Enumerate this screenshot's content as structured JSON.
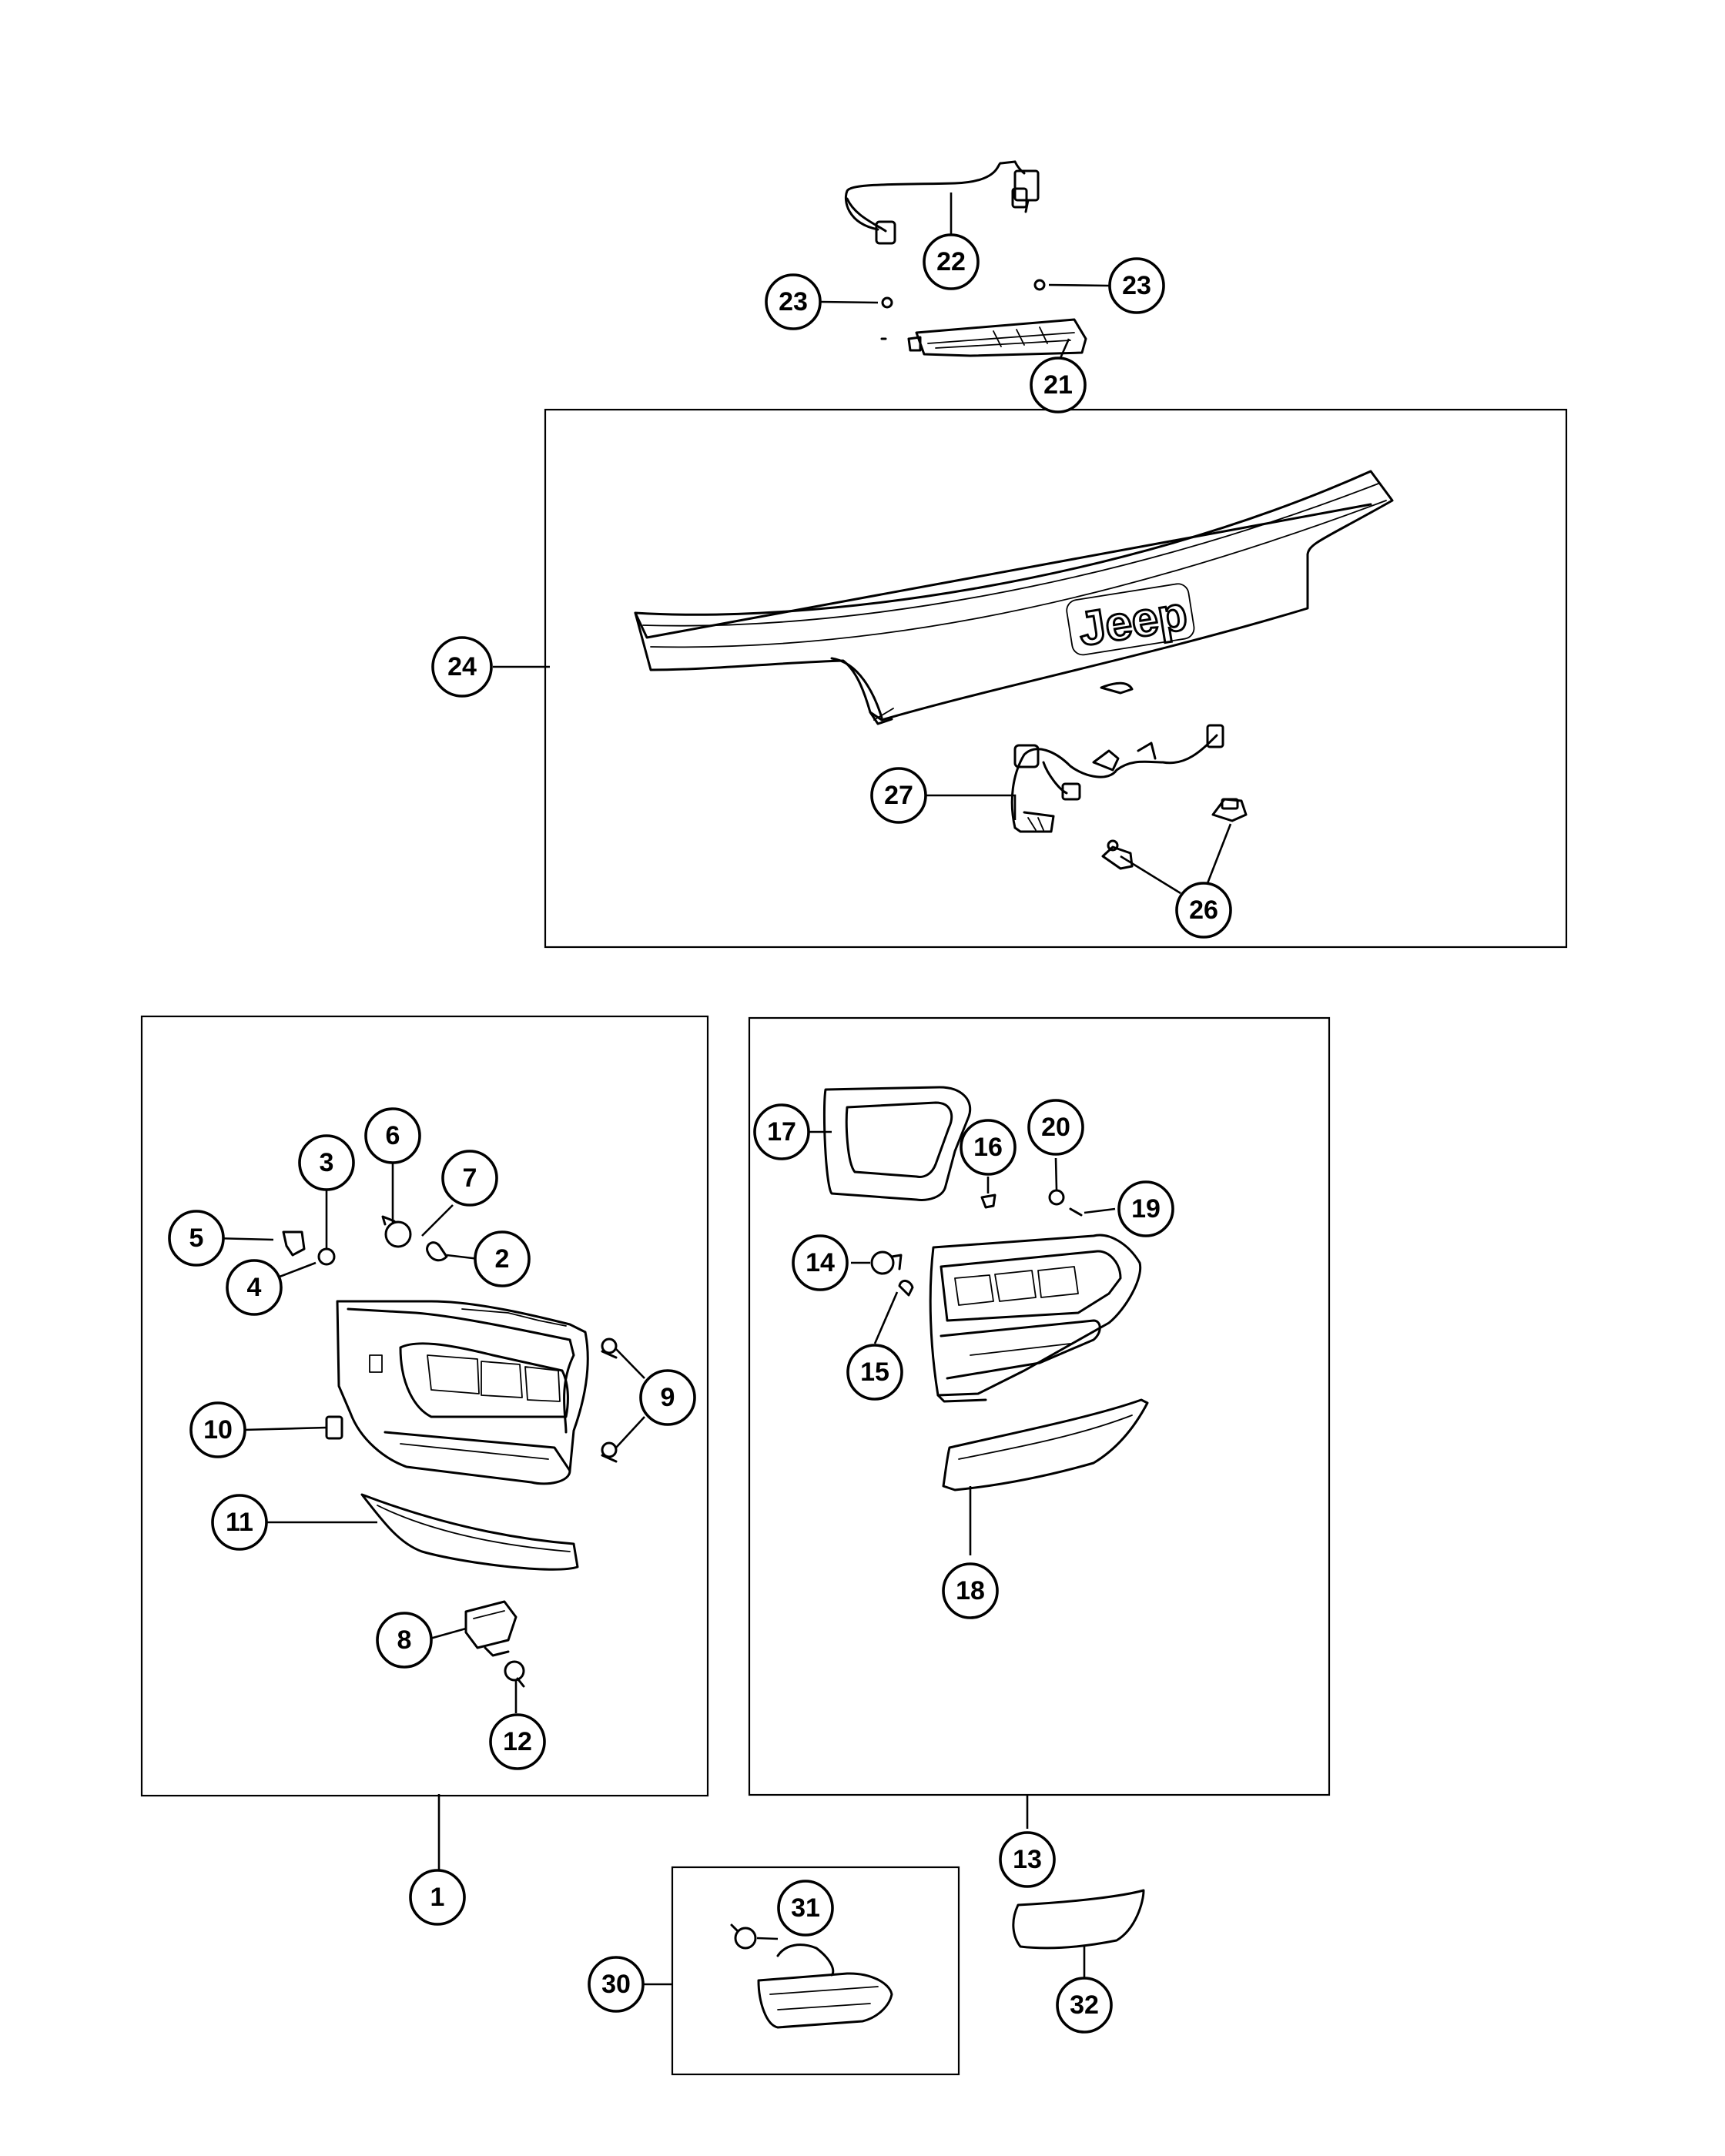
{
  "diagram": {
    "logo_text": "Jeep",
    "callouts": [
      {
        "id": "c22a",
        "label": "22"
      },
      {
        "id": "c23a",
        "label": "23"
      },
      {
        "id": "c23b",
        "label": "23"
      },
      {
        "id": "c21",
        "label": "21"
      },
      {
        "id": "c24",
        "label": "24"
      },
      {
        "id": "c27",
        "label": "27"
      },
      {
        "id": "c26",
        "label": "26"
      },
      {
        "id": "c6",
        "label": "6"
      },
      {
        "id": "c3",
        "label": "3"
      },
      {
        "id": "c7",
        "label": "7"
      },
      {
        "id": "c5",
        "label": "5"
      },
      {
        "id": "c2",
        "label": "2"
      },
      {
        "id": "c4",
        "label": "4"
      },
      {
        "id": "c9",
        "label": "9"
      },
      {
        "id": "c10",
        "label": "10"
      },
      {
        "id": "c11",
        "label": "11"
      },
      {
        "id": "c8",
        "label": "8"
      },
      {
        "id": "c12",
        "label": "12"
      },
      {
        "id": "c1",
        "label": "1"
      },
      {
        "id": "c17",
        "label": "17"
      },
      {
        "id": "c16",
        "label": "16"
      },
      {
        "id": "c20",
        "label": "20"
      },
      {
        "id": "c19",
        "label": "19"
      },
      {
        "id": "c14",
        "label": "14"
      },
      {
        "id": "c15",
        "label": "15"
      },
      {
        "id": "c18",
        "label": "18"
      },
      {
        "id": "c13",
        "label": "13"
      },
      {
        "id": "c31",
        "label": "31"
      },
      {
        "id": "c30",
        "label": "30"
      },
      {
        "id": "c32",
        "label": "32"
      }
    ]
  }
}
